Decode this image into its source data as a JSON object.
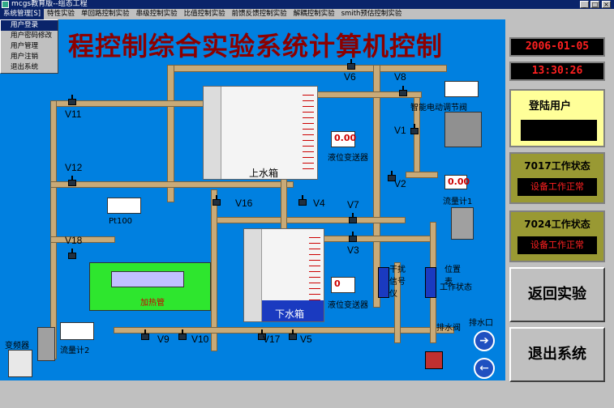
{
  "window": {
    "title": "mcgs教育版--组态工程",
    "min": "_",
    "max": "□",
    "close": "×"
  },
  "menu": {
    "items": [
      {
        "label": "系统管理[S]"
      },
      {
        "label": "特性实验"
      },
      {
        "label": "单回路控制实验"
      },
      {
        "label": "串级控制实验"
      },
      {
        "label": "比值控制实验"
      },
      {
        "label": "前馈反馈控制实验"
      },
      {
        "label": "解耦控制实验"
      },
      {
        "label": "smith预估控制实验"
      }
    ],
    "dropdown": [
      "用户登录",
      "用户密码修改",
      "用户管理",
      "用户注销",
      "退出系统"
    ]
  },
  "main": {
    "title": "程控制综合实验系统计算机控制",
    "valves": [
      "V6",
      "V8",
      "V11",
      "V1",
      "V12",
      "V2",
      "V16",
      "V4",
      "V7",
      "V18",
      "V3",
      "V9",
      "V10",
      "V17",
      "V5"
    ],
    "upper_tank": "上水箱",
    "lower_tank": "下水箱",
    "level1_value": "0.00",
    "level1_label": "液位变送器",
    "level2_value": "0",
    "level2_label": "液位变送器",
    "flow_value": "0.00",
    "flow_label": "流量计1",
    "flow2_label": "流量计2",
    "valve_label": "智能电动调节阀",
    "pt100": "Pt100",
    "heater": "加热管",
    "interference": "干扰信号仪",
    "positional": "位置表",
    "working_state": "工作状态",
    "drain_valve": "排水阀",
    "drain_port": "排水口",
    "exchanger": "变频器"
  },
  "panel": {
    "date": "2006-01-05",
    "time": "13:30:26",
    "login_title": "登陆用户",
    "s7017_title": "7017工作状态",
    "s7017_value": "设备工作正常",
    "s7024_title": "7024工作状态",
    "s7024_value": "设备工作正常",
    "back_button": "返回实验",
    "exit_button": "退出系统"
  }
}
